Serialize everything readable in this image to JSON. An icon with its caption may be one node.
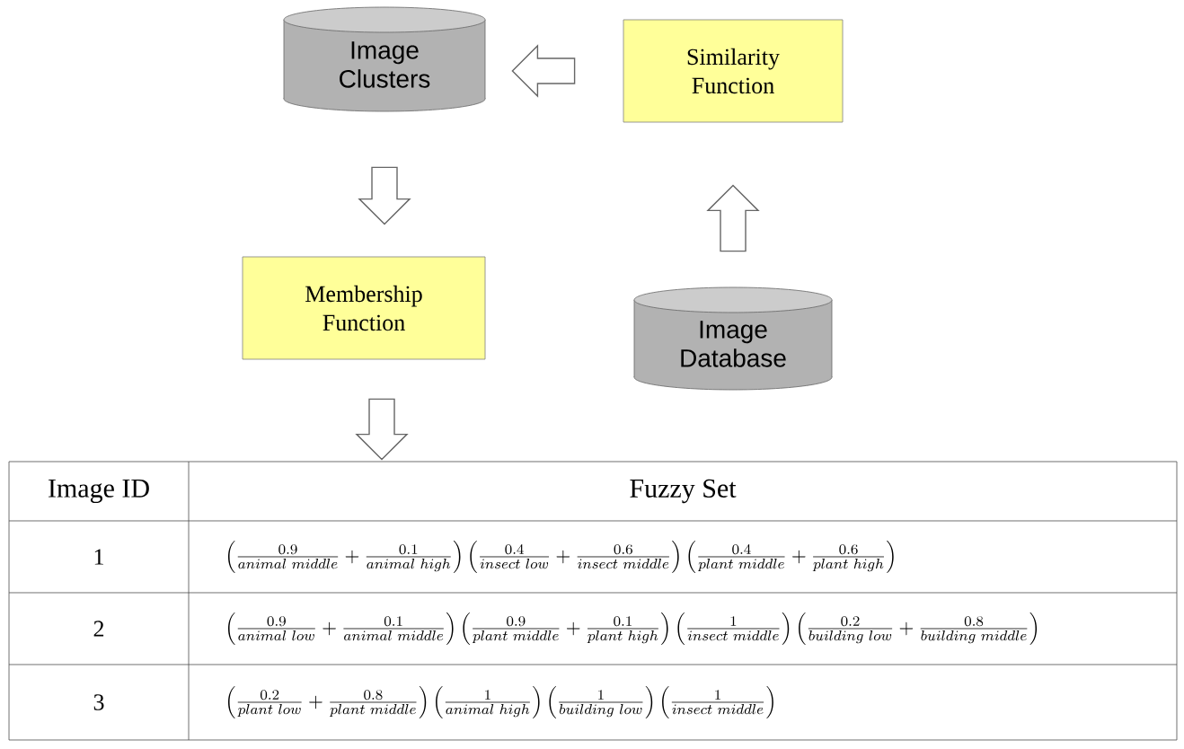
{
  "diagram": {
    "nodes": [
      {
        "text": [
          "Image Clusters"
        ]
      },
      {
        "text": [
          "Similarity Function"
        ]
      },
      {
        "text": [
          "Membership Function"
        ]
      },
      {
        "text": [
          "Image Database"
        ]
      },
      {
        "text": [],
        "shape": "box"
      }
    ],
    "edges": [
      {
        "from": 1,
        "to": 0,
        "arrow": "to"
      },
      {
        "from": 0,
        "to": 2,
        "arrow": "to"
      },
      {
        "from": 3,
        "to": 1,
        "arrow": "to"
      },
      {
        "from": 2,
        "to": 4,
        "arrow": "to"
      }
    ],
    "labels": [
      "Image ID",
      "Fuzzy Set",
      "1",
      "\\left(\\frac{0.9}{animal\\ middle}+\\frac{0.1}{animal\\ high}\\right)\\left(\\frac{0.4}{insect\\ low}+\\frac{0.6}{insect\\ middle}\\right)\\left(\\frac{0.4}{plant\\ middle}+\\frac{0.6}{plant\\ high}\\right)",
      "2",
      "\\left(\\frac{0.9}{animal\\ low}+\\frac{0.1}{animal\\ middle}\\right)\\left(\\frac{0.9}{plant\\ middle}+\\frac{0.1}{plant\\ high}\\right)\\left(\\frac{1}{insect\\ middle}\\right)\\left(\\frac{0.2}{building\\ low}+\\frac{0.8}{building\\ middle}\\right)",
      "3",
      "\\left(\\frac{0.2}{plant\\ low}+\\frac{0.8}{plant\\ middle}\\right)\\left(\\frac{1}{animal\\ high}\\right)\\left(\\frac{1}{building\\ low}\\right)\\left(\\frac{1}{insect\\ middle}\\right)"
    ]
  }
}
